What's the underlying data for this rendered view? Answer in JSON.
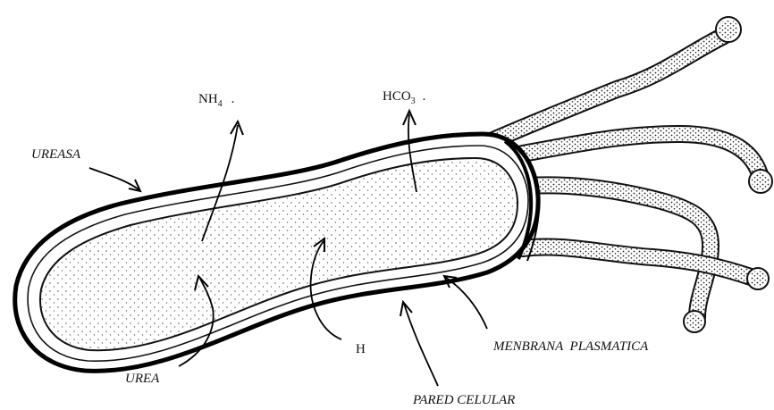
{
  "labels": {
    "nh4": "NH",
    "nh4_sub": "4",
    "nh4_dot": ".",
    "hco3": "HCO",
    "hco3_sub": "3",
    "hco3_dot": ".",
    "ureasa": "UREASA",
    "urea": "UREA",
    "h": "H",
    "membrana": "MENBRANA  PLASMATICA",
    "pared": "PARED CELULAR"
  }
}
